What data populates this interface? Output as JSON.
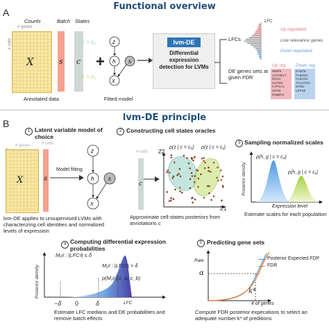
{
  "header": {
    "functional_title": "Functional overview",
    "principle_title": "lvm-DE principle",
    "panel_a": "A",
    "panel_b": "B"
  },
  "top": {
    "counts_label": "Counts",
    "batch_label": "Batch",
    "states_label": "States",
    "genes_label": "# genes",
    "cells_label": "# cells",
    "x_symbol": "X",
    "s_symbol": "s",
    "c_symbol": "c",
    "c0": "c = c₀",
    "c1": "c = c₁",
    "plus": "+",
    "annotated_data": "Annotated data",
    "fitted_model": "Fitted model",
    "lvmde_badge": "lvm-DE",
    "method_desc": "Differential expression detection for LVMs",
    "lfcs": "LFCs",
    "lfc_axis": "LFC",
    "up_regulated": "Up regulated",
    "low_relevance": "Low relevance genes",
    "down_regulated": "Down regulated",
    "de_genes": "DE genes sets at given FDR",
    "up_reg": "Up reg.",
    "down_reg": "Down reg.",
    "up_genes": [
      "MMP9",
      "UGT2B17",
      "DDX4",
      "OLFM4",
      "CYP1A1",
      "SOX9",
      "RIMBP2"
    ],
    "down_genes": [
      "RAB7B",
      "FAM20C",
      "CLEC9A",
      "TACSTD2",
      "MYB1",
      "LEP1B"
    ]
  },
  "steps": [
    {
      "num": "1",
      "title": "Latent variable model of choice",
      "desc": "lvm-DE applies to unsupervised LVMs with characterizing cell identities and normalized levels of expression",
      "fit_label": "Model fitting"
    },
    {
      "num": "2",
      "title": "Constructing cell states oracles",
      "desc": "Approximate cell-states posteriors from annotations c",
      "z1": "Z1",
      "z2": "Z2",
      "pz0": "p(z | c = c₀)",
      "pz1": "p(z | c = c₁)"
    },
    {
      "num": "3",
      "title": "Sampling normalized scales",
      "desc": "Estimate scales for each population",
      "ylabel": "Posterior density",
      "xlabel": "Expression level",
      "ph0": "p(h_g | c = c₀)",
      "ph1": "p(h_g | c = c₁)"
    },
    {
      "num": "4",
      "title": "Computing differential expression probabilities",
      "desc": "Estimate LFC medians and DE probabilities and remove batch effects",
      "ylabel": "Posterior density",
      "m0": "M₀ᵍ : |LFCᵍ| ≤ δ",
      "m1": "M₁ᵍ : |LFCᵍ| > δ",
      "pm": "p(M₁ᵍ | c_a, c_b)",
      "neg_delta": "−δ",
      "zero": "0",
      "delta": "δ",
      "lfc": "LFC"
    },
    {
      "num": "5",
      "title": "Predicting gene sets",
      "desc": "Compute FDR posterior expecations to select an adequate number k* of preditions",
      "ylabel": "Rate",
      "xlabel": "# of genes",
      "alpha": "α",
      "kstar": "k*",
      "legend_pefdr": "Posterior Expected FDP",
      "legend_fdr": "FDR"
    }
  ],
  "colors": {
    "title_blue": "#1f4e79",
    "badge_blue": "#2e75b6",
    "counts_yellow": "#f8e7a6",
    "batch_salmon": "#f4a18f",
    "state_grey": "#cfd8d3",
    "blue_curve": "#4a9be0",
    "green_curve": "#a6cf3a",
    "orange": "#ef7d32",
    "purple": "#4b3fa8"
  }
}
